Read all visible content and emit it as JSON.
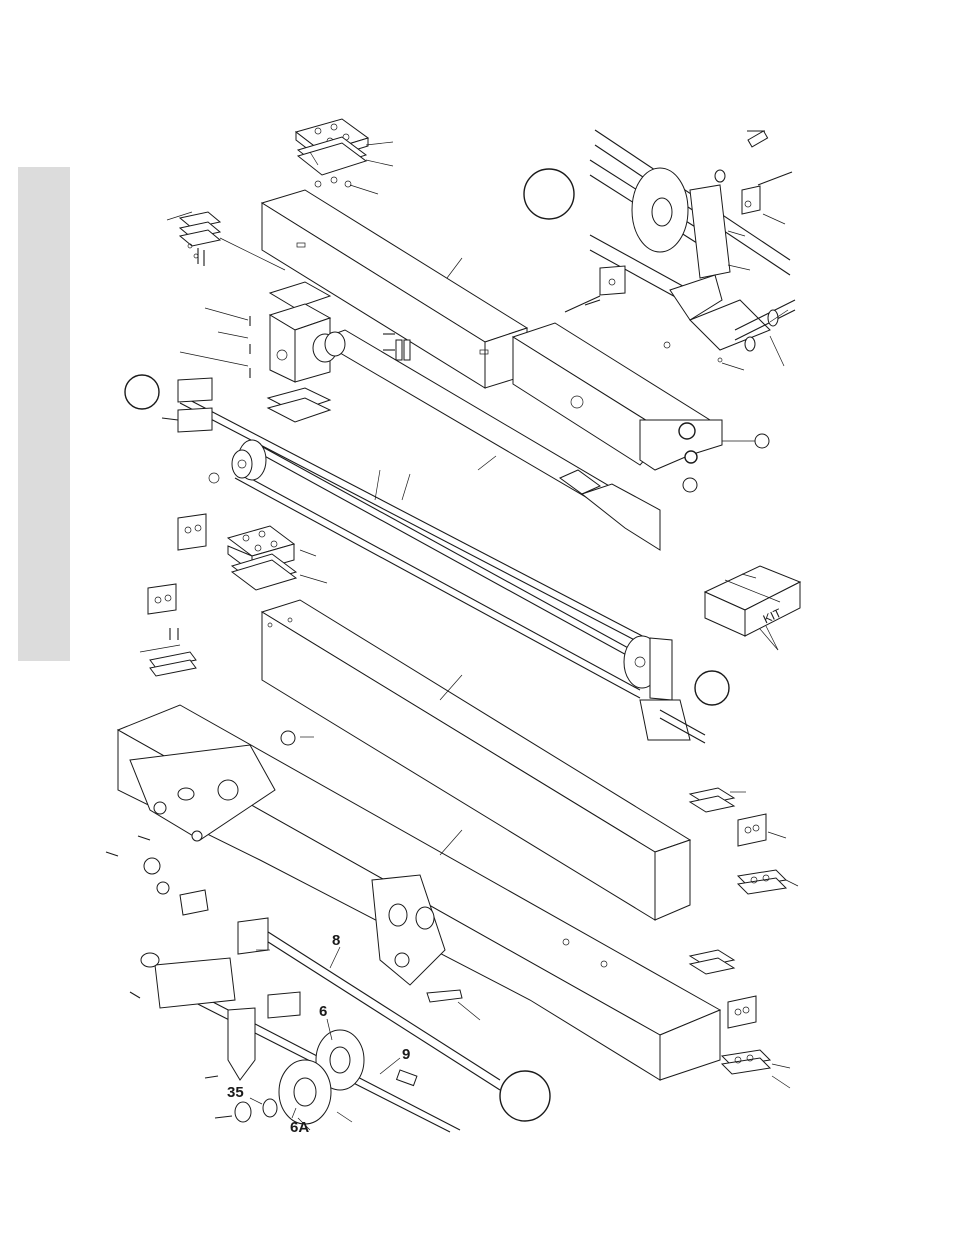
{
  "callouts": {
    "part_8": "8",
    "part_6": "6",
    "part_9": "9",
    "part_35": "35",
    "part_6a": "6A"
  },
  "kit_box": {
    "label": "KIT"
  },
  "colors": {
    "side_tab": "#dcdcdc",
    "line": "#1a1a1a",
    "background": "#ffffff"
  }
}
